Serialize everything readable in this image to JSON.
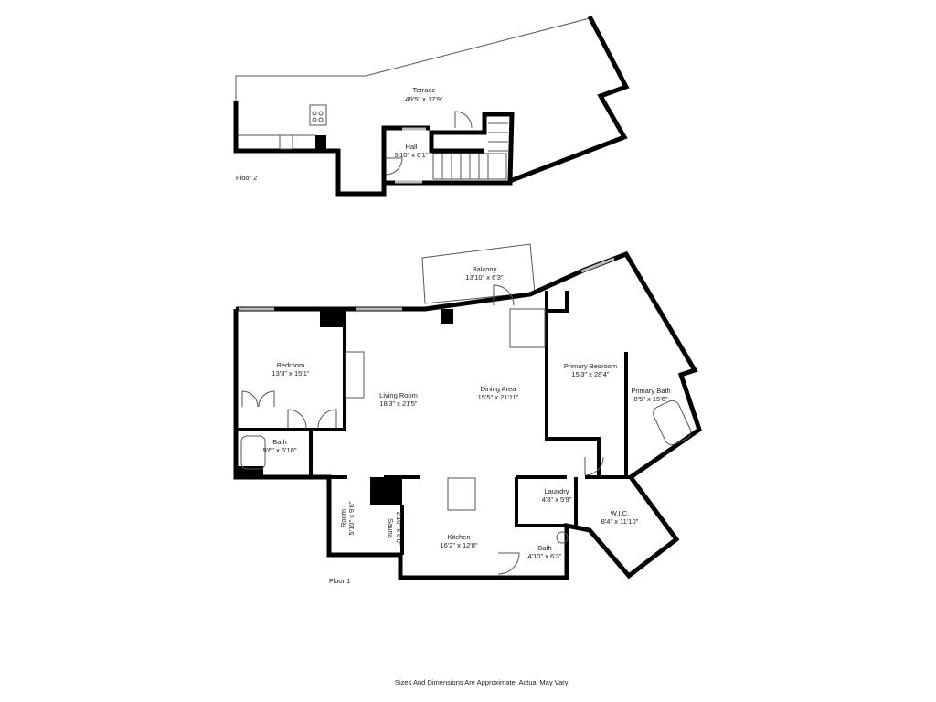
{
  "floors": [
    {
      "label": "Floor 2",
      "rooms": [
        {
          "name": "Terrace",
          "dims": "49'5\" x 17'9\""
        },
        {
          "name": "Hall",
          "dims": "5'10\" x 6'1\""
        }
      ]
    },
    {
      "label": "Floor 1",
      "rooms": [
        {
          "name": "Balcony",
          "dims": "13'10\" x 6'3\""
        },
        {
          "name": "Bedroom",
          "dims": "13'8\" x 15'1\""
        },
        {
          "name": "Living Room",
          "dims": "18'3\" x 21'5\""
        },
        {
          "name": "Dining Area",
          "dims": "15'5\" x 21'11\""
        },
        {
          "name": "Primary Bedroom",
          "dims": "15'3\" x 28'4\""
        },
        {
          "name": "Primary Bath",
          "dims": "8'5\" x 15'6\""
        },
        {
          "name": "Bath",
          "dims": "9'6\" x 5'10\""
        },
        {
          "name": "Room",
          "dims": "5'10\" x 9'6\""
        },
        {
          "name": "Sauna",
          "dims": "2'10\" x 6'0\""
        },
        {
          "name": "Kitchen",
          "dims": "16'2\" x 12'8\""
        },
        {
          "name": "Laundry",
          "dims": "4'8\" x 5'9\""
        },
        {
          "name": "Bath",
          "dims": "4'10\" x 6'3\""
        },
        {
          "name": "W.I.C.",
          "dims": "8'4\" x 11'10\""
        }
      ]
    }
  ],
  "footer_note": "Sizes And Dimensions Are Approximate. Actual May Vary"
}
